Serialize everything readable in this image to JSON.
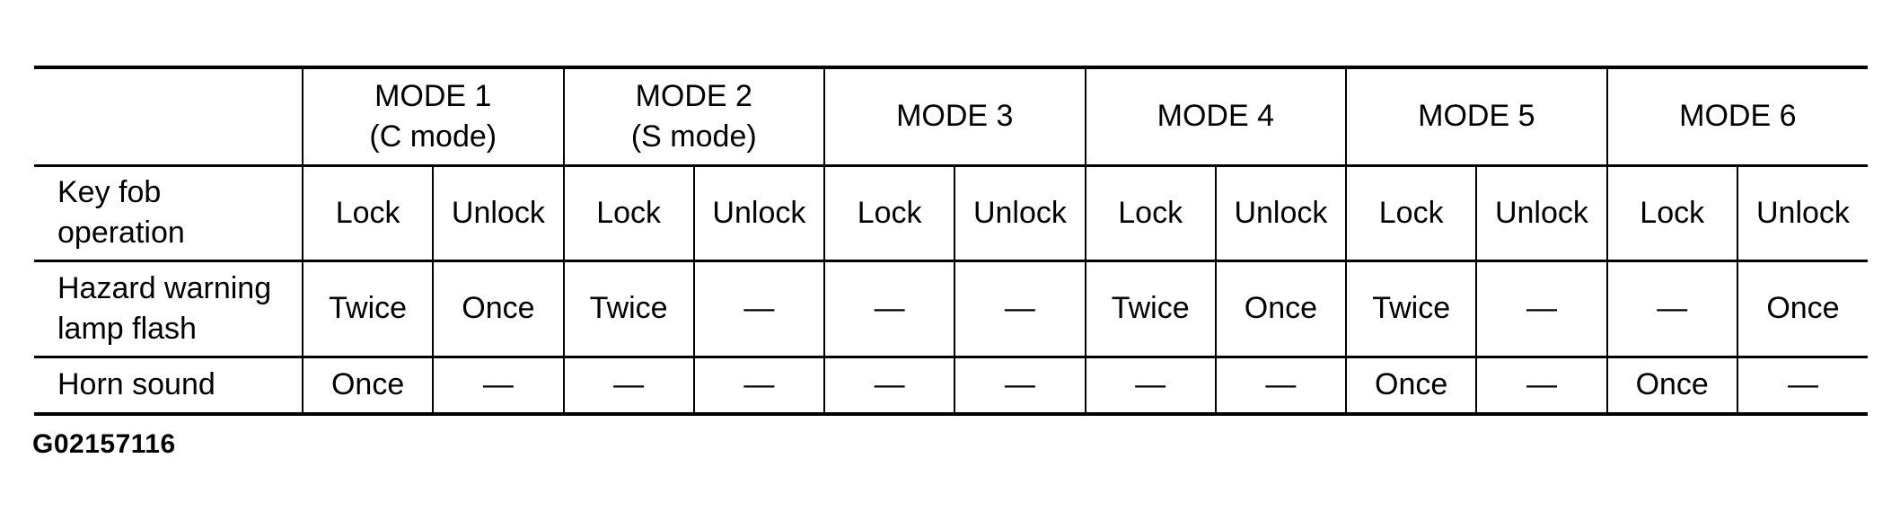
{
  "figure_id": "G02157116",
  "table": {
    "modes": [
      {
        "name": "MODE 1",
        "sub": "(C mode)"
      },
      {
        "name": "MODE 2",
        "sub": "(S mode)"
      },
      {
        "name": "MODE 3"
      },
      {
        "name": "MODE 4"
      },
      {
        "name": "MODE 5"
      },
      {
        "name": "MODE 6"
      }
    ],
    "key_fob_row": {
      "label_lines": [
        "Key fob",
        "operation"
      ],
      "cells": [
        "Lock",
        "Unlock",
        "Lock",
        "Unlock",
        "Lock",
        "Unlock",
        "Lock",
        "Unlock",
        "Lock",
        "Unlock",
        "Lock",
        "Unlock"
      ]
    },
    "hazard_row": {
      "label_lines": [
        "Hazard warning",
        "lamp flash"
      ],
      "cells": [
        "Twice",
        "Once",
        "Twice",
        "—",
        "—",
        "—",
        "Twice",
        "Once",
        "Twice",
        "—",
        "—",
        "Once"
      ]
    },
    "horn_row": {
      "label": "Horn sound",
      "cells": [
        "Once",
        "—",
        "—",
        "—",
        "—",
        "—",
        "—",
        "—",
        "Once",
        "—",
        "Once",
        "—"
      ]
    }
  }
}
